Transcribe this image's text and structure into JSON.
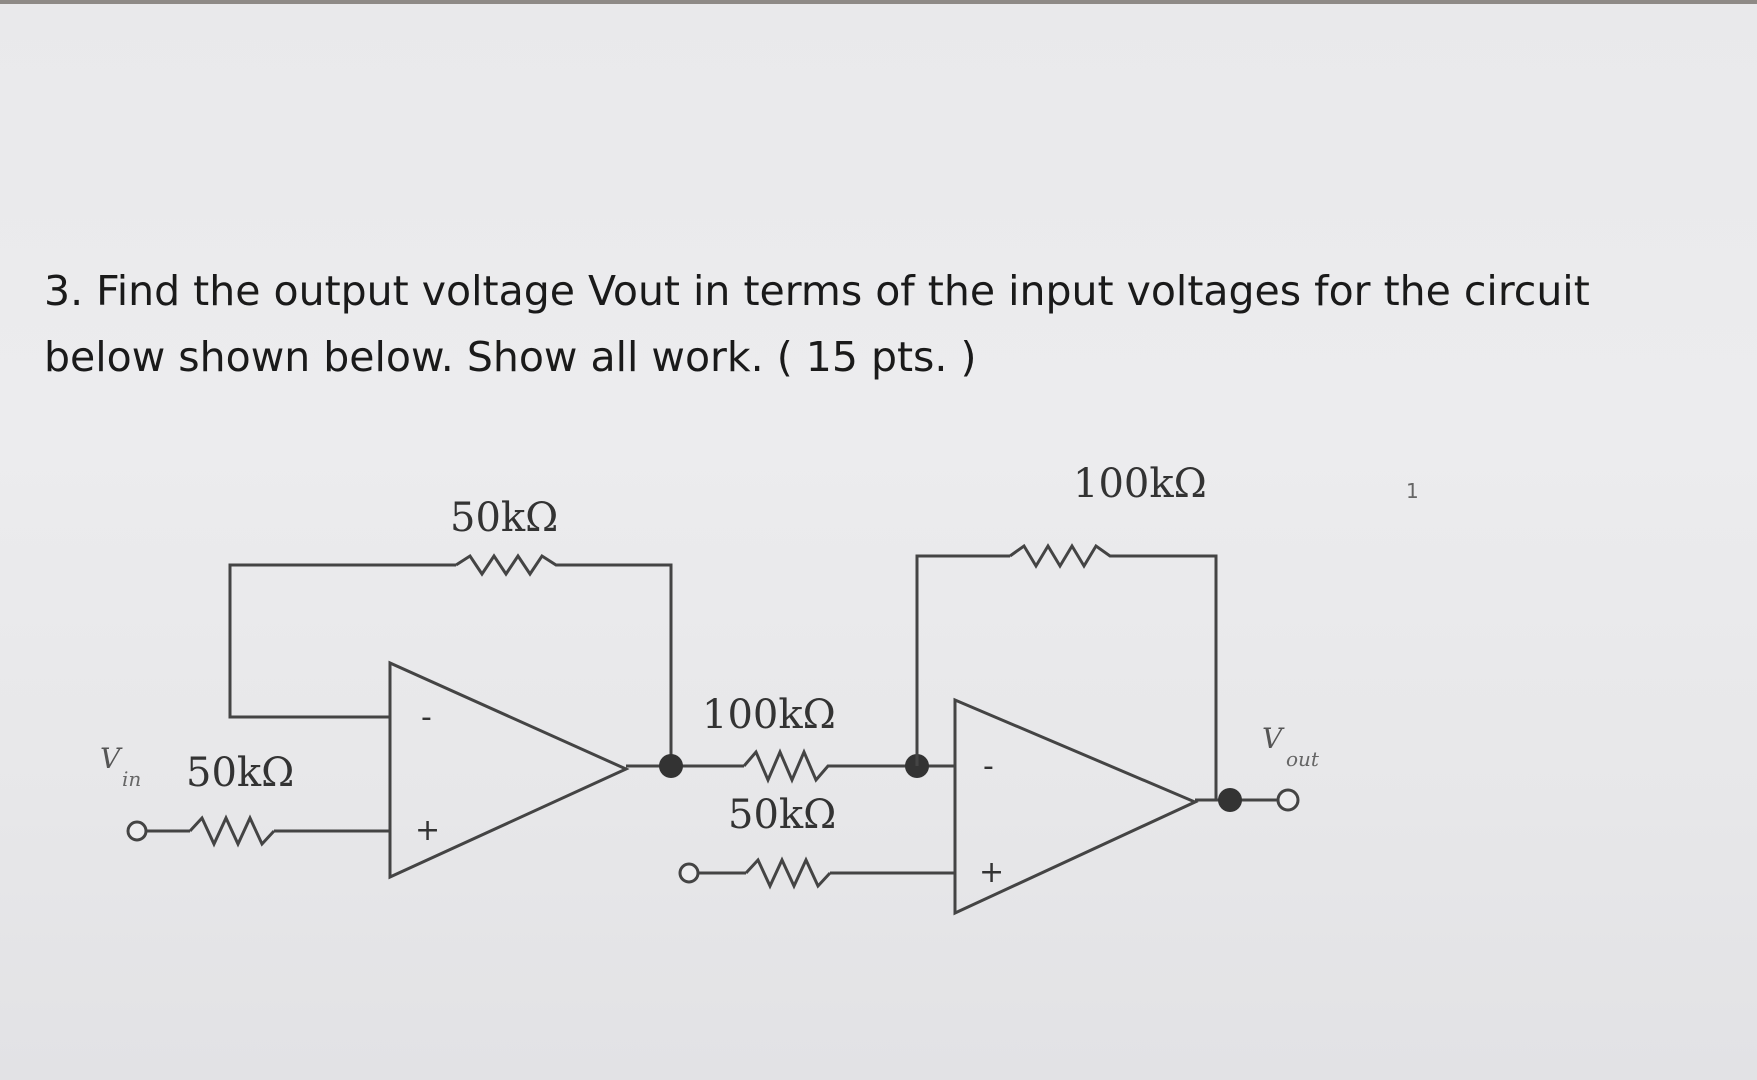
{
  "question": {
    "text": "3. Find the output voltage Vout in terms of the input voltages for the circuit below shown below. Show all work. ( 15 pts. )"
  },
  "circuit": {
    "resistors": {
      "r_feedback_1": "50kΩ",
      "r_input_1": "50kΩ",
      "r_input_2_inverting": "100kΩ",
      "r_input_2_noninverting": "50kΩ",
      "r_feedback_2": "100kΩ"
    },
    "labels": {
      "vin_symbol": "V",
      "vin_subscript": "in",
      "vout_symbol": "V",
      "vout_subscript": "out",
      "minus": "-",
      "plus": "+",
      "stray_mark": "1"
    }
  }
}
